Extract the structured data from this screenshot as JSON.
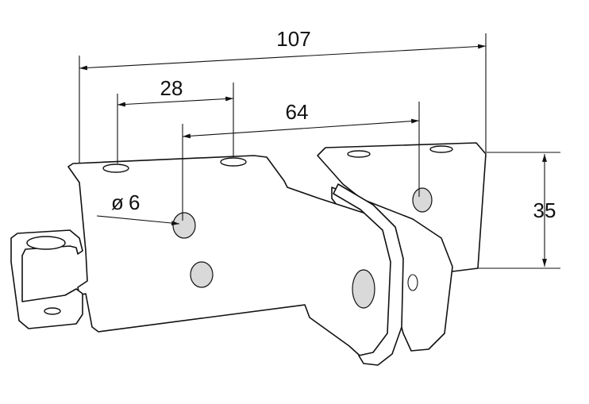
{
  "dimensions": {
    "overall_length": "107",
    "hole_spacing_small": "28",
    "hole_spacing_large": "64",
    "hole_diameter": "6",
    "diameter_symbol": "ø",
    "height": "35"
  },
  "colors": {
    "line": "#111111",
    "background": "#ffffff"
  }
}
